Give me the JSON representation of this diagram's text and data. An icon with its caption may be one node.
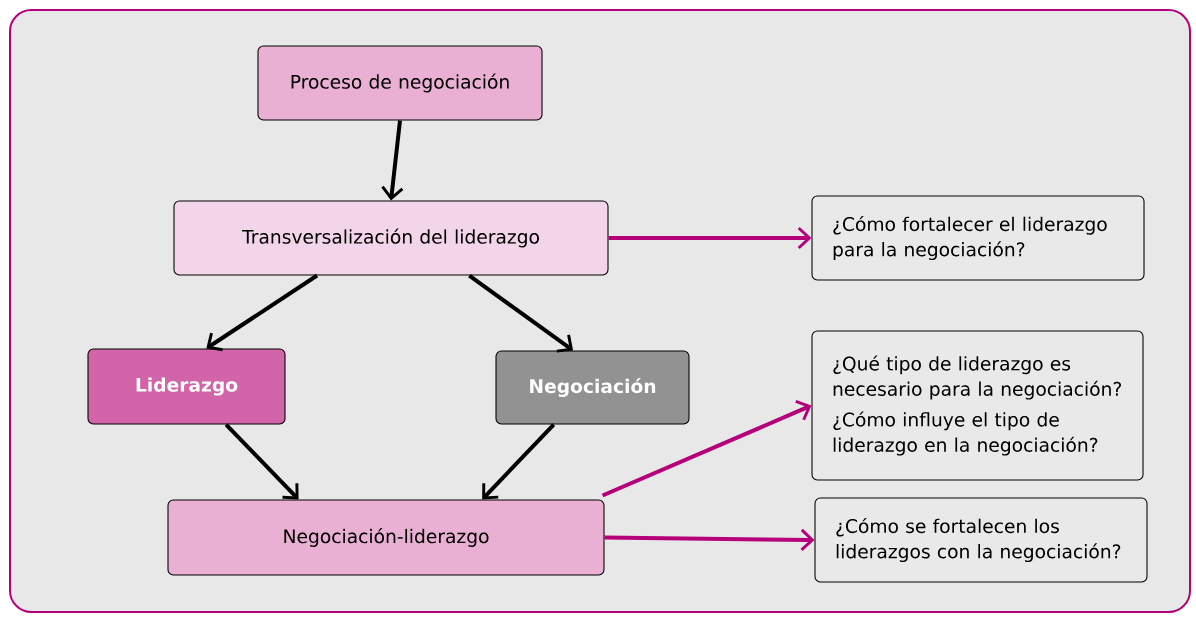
{
  "diagram": {
    "nodes": [
      {
        "text": [
          "Proceso de negociación"
        ]
      },
      {
        "text": [
          "Transversalización del liderazgo"
        ]
      },
      {
        "text": [
          "Liderazgo"
        ]
      },
      {
        "text": [
          "Negociación"
        ]
      },
      {
        "text": [
          "Negociación-liderazgo"
        ]
      },
      {
        "text": [
          "¿Cómo fortalecer el liderazgo para la negociación?"
        ]
      },
      {
        "text": [
          "¿Qué tipo de liderazgo es necesario para la negociación?",
          "¿Cómo influye el tipo de liderazgo en la negociación?"
        ]
      },
      {
        "text": [
          "¿Cómo se fortalecen los liderazgos con la negociación?"
        ]
      }
    ],
    "edges": [
      {
        "from": 0,
        "to": 1,
        "arrow": "to"
      },
      {
        "from": 1,
        "to": 2,
        "arrow": "to"
      },
      {
        "from": 1,
        "to": 3,
        "arrow": "to"
      },
      {
        "from": 2,
        "to": 4,
        "arrow": "to"
      },
      {
        "from": 3,
        "to": 4,
        "arrow": "to"
      },
      {
        "from": 1,
        "to": 5,
        "arrow": "to",
        "color": "#b5007a"
      },
      {
        "from": 4,
        "to": 6,
        "arrow": "to",
        "color": "#b5007a"
      },
      {
        "from": 4,
        "to": 7,
        "arrow": "to",
        "color": "#b5007a"
      }
    ]
  }
}
